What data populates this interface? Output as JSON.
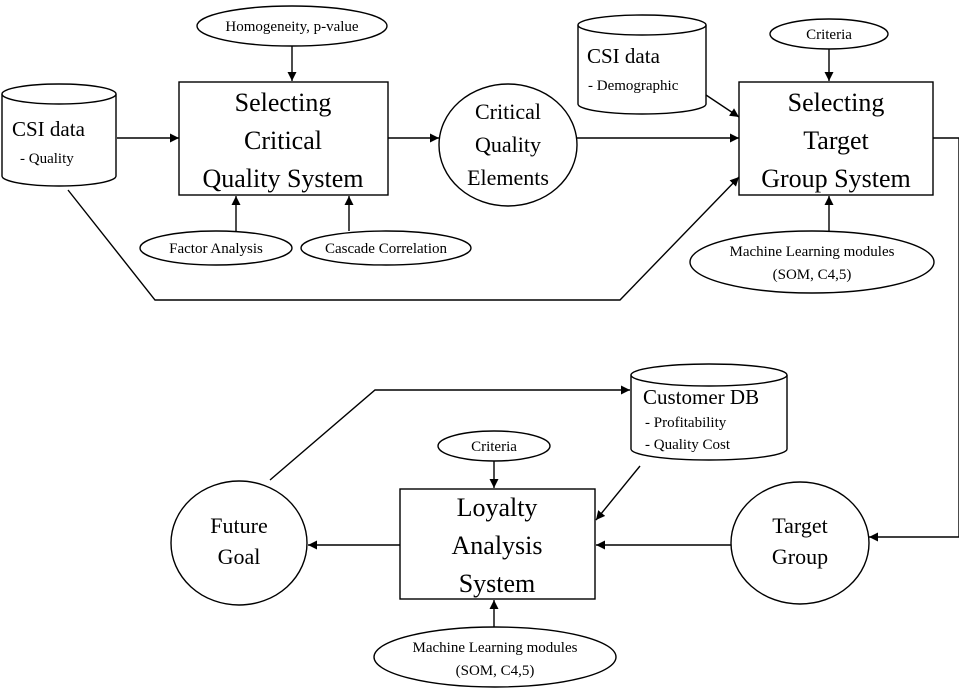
{
  "diagram": {
    "csi_quality": {
      "title": "CSI data",
      "item": "- Quality"
    },
    "csi_demographic": {
      "title": "CSI data",
      "item": "- Demographic"
    },
    "homogeneity": "Homogeneity, p-value",
    "criteria_top": "Criteria",
    "selecting_cqs": [
      "Selecting",
      "Critical",
      "Quality System"
    ],
    "critical_quality_elements": [
      "Critical",
      "Quality",
      "Elements"
    ],
    "selecting_tgs": [
      "Selecting",
      "Target",
      "Group System"
    ],
    "factor_analysis": "Factor Analysis",
    "cascade_correlation": "Cascade Correlation",
    "ml_top": [
      "Machine Learning modules",
      "(SOM, C4,5)"
    ],
    "customer_db": {
      "title": "Customer DB",
      "items": [
        "- Profitability",
        "- Quality Cost"
      ]
    },
    "criteria_bottom": "Criteria",
    "loyalty": [
      "Loyalty",
      "Analysis",
      "System"
    ],
    "future_goal": [
      "Future",
      "Goal"
    ],
    "target_group": [
      "Target",
      "Group"
    ],
    "ml_bottom": [
      "Machine Learning modules",
      "(SOM, C4,5)"
    ]
  }
}
